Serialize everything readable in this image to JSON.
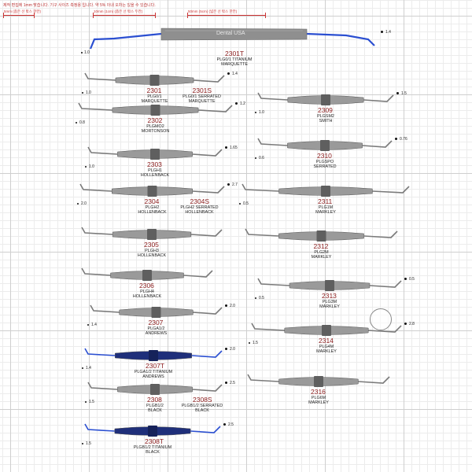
{
  "notice": "제작 편집에 1mm 맞습니다. 기구 사이즈 측정용 입니다. 약 5% 이내 오차는 있을 수 있습니다.",
  "scale_bars": [
    {
      "label": "5mm (좁은 선 박스 한칸)"
    },
    {
      "label": "10mm (1cm) (좁은 선 박스 두칸)"
    },
    {
      "label": "50mm (5cm) (넓은 선 박스 한칸)"
    }
  ],
  "brand": "Dental USA",
  "colors": {
    "steel": "#9a9a9a",
    "steel_dark": "#5f5f5f",
    "titanium": "#2b4fd1",
    "code": "#8a1b1b"
  },
  "instruments": [
    {
      "code": "2301T",
      "lines": [
        "PLG0/1 TITANIUM",
        "MARQUETTE"
      ],
      "size_left": "1.0",
      "size_right": "1.4"
    },
    {
      "code": "2301",
      "lines": [
        "PLG0/1",
        "MARQUETTE"
      ],
      "code2": "2301S",
      "lines2": [
        "PLG0/1 SERRATED",
        "MARQUETTE"
      ],
      "size_left": "1.0",
      "size_right": "1.4"
    },
    {
      "code": "2302",
      "lines": [
        "PLGMO2",
        "MORTONSON"
      ],
      "size_left": "0.8",
      "size_right": "1.2"
    },
    {
      "code": "2303",
      "lines": [
        "PLGH1",
        "HOLLENBACK"
      ],
      "size_left": "1.0",
      "size_right": "1.65"
    },
    {
      "code": "2304",
      "lines": [
        "PLGH2",
        "HOLLENBACK"
      ],
      "code2": "2304S",
      "lines2": [
        "PLGH2 SERRATED",
        "HOLLENBACK"
      ],
      "size_left": "2.0",
      "size_right": "2.7"
    },
    {
      "code": "2305",
      "lines": [
        "PLGH3",
        "HOLLENBACK"
      ]
    },
    {
      "code": "2306",
      "lines": [
        "PLGH4",
        "HOLLENBACK"
      ]
    },
    {
      "code": "2307",
      "lines": [
        "PLGA1/2",
        "ANDREWS"
      ],
      "size_left": "1.4",
      "size_right": "2.0"
    },
    {
      "code": "2307T",
      "lines": [
        "PLGA1/2 TITANIUM",
        "ANDREWS"
      ],
      "size_left": "1.4",
      "size_right": "2.0"
    },
    {
      "code": "2308",
      "lines": [
        "PLGB1/2",
        "BLACK"
      ],
      "code2": "2308S",
      "lines2": [
        "PLGB1/2 SERRATED",
        "BLACK"
      ],
      "size_left": "1.5",
      "size_right": "2.5"
    },
    {
      "code": "2308T",
      "lines": [
        "PLGB1/2 TITANIUM",
        "BLACK"
      ],
      "size_left": "1.5",
      "size_right": "2.5"
    },
    {
      "code": "2309",
      "lines": [
        "PLGSM2",
        "SMITH"
      ],
      "size_left": "1.0",
      "size_right": "1.5"
    },
    {
      "code": "2310",
      "lines": [
        "PLGSPO",
        "SERRATED"
      ],
      "size_left": "0.6",
      "size_right": "0.76"
    },
    {
      "code": "2311",
      "lines": [
        "PLG1M",
        "MARKLEY"
      ],
      "size_left": "0.5"
    },
    {
      "code": "2312",
      "lines": [
        "PLG2M",
        "MARKLEY"
      ]
    },
    {
      "code": "2313",
      "lines": [
        "PLG3M",
        "MARKLEY"
      ],
      "size_left": "0.5",
      "size_right": "0.5"
    },
    {
      "code": "2314",
      "lines": [
        "PLG4M",
        "MARKLEY"
      ],
      "size_left": "1.5",
      "size_right": "2.8"
    },
    {
      "code": "2316",
      "lines": [
        "PLG6M",
        "MARKLEY"
      ]
    }
  ]
}
